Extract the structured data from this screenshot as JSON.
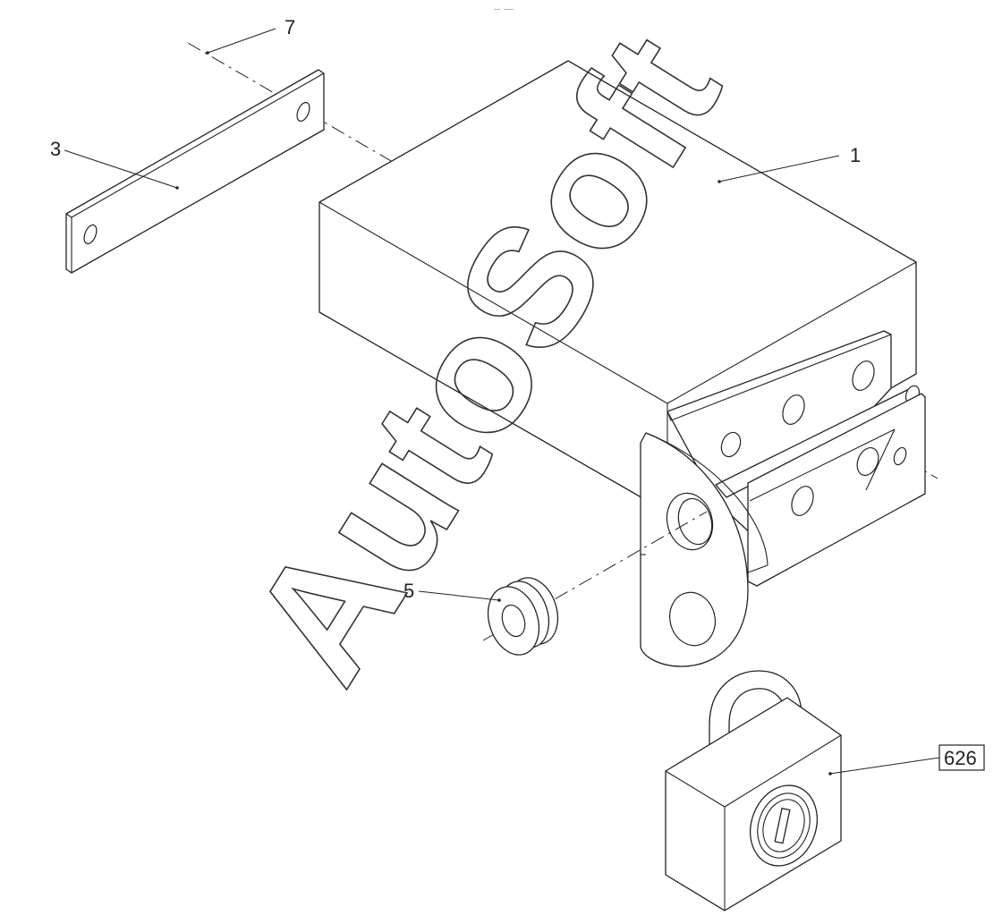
{
  "callouts": {
    "c1": "1",
    "c3": "3",
    "c5": "5",
    "c7": "7",
    "c626": "626"
  },
  "watermark": "AutoSoft",
  "header_mark": "−− −−−",
  "colors": {
    "line": "#222222",
    "paper": "#ffffff"
  }
}
